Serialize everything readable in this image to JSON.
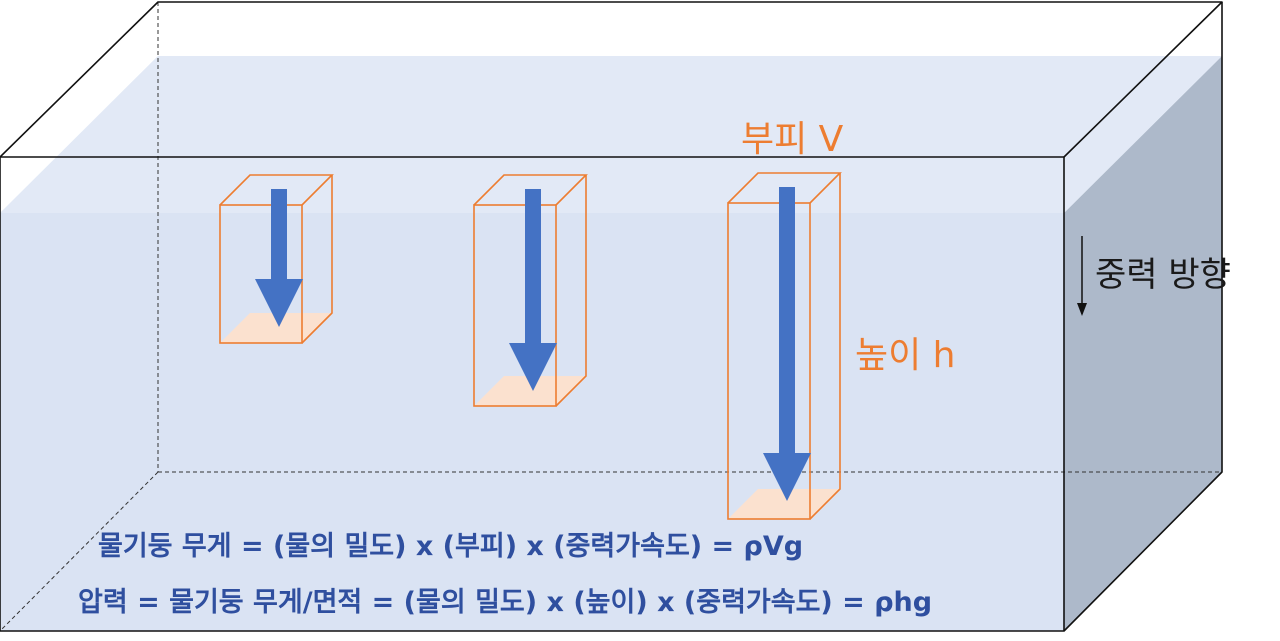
{
  "labels": {
    "volume": "부피 V",
    "height": "높이 h",
    "gravity_direction": "중력 방향"
  },
  "formulas": {
    "weight": "물기둥 무게 = (물의 밀도) x (부피) x (중력가속도) = ρVg",
    "pressure": "압력 = 물기둥 무게/면적 = (물의 밀도) x (높이) x (중력가속도) = ρhg"
  },
  "colors": {
    "water": "#dae3f3",
    "water_top": "#e6ecf7",
    "water_side": "#adb9ca",
    "column_outline": "#ed7d31",
    "column_base": "#fbe1cf",
    "arrow": "#4472c4",
    "formula_text": "#2f4f9f",
    "label_text": "#ed7d31"
  }
}
